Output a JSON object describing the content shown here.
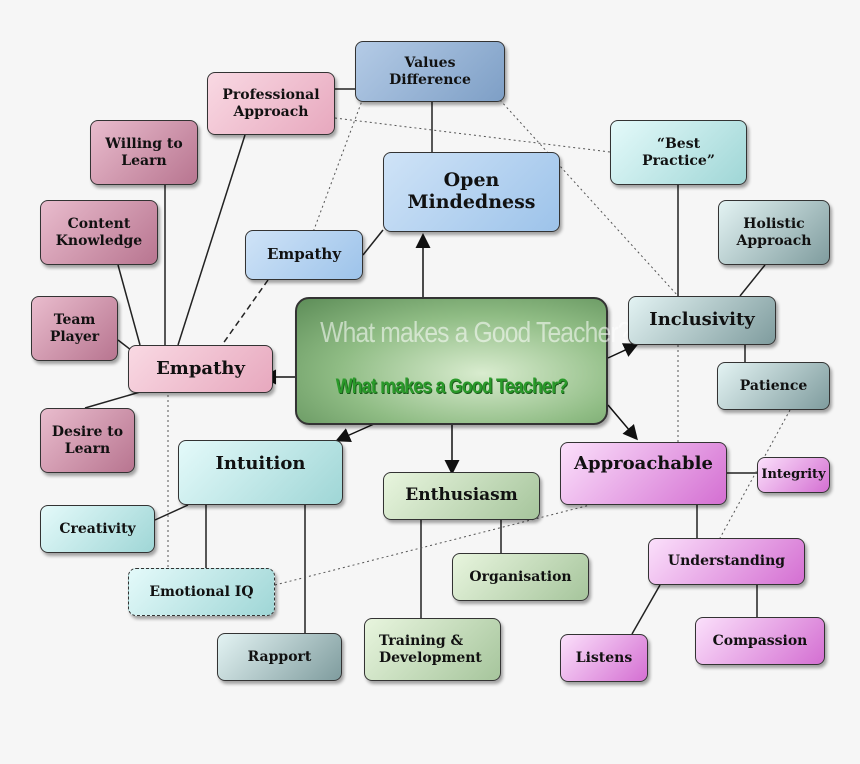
{
  "center": {
    "ghost_title": "What makes a Good Teacher?",
    "title": "What makes a Good Teacher?"
  },
  "nodes": {
    "values_difference": "Values\nDifference",
    "professional_approach": "Professional\nApproach",
    "willing_to_learn": "Willing to\nLearn",
    "content_knowledge": "Content\nKnowledge",
    "team_player": "Team\nPlayer",
    "empathy_main": "Empathy",
    "desire_to_learn": "Desire to\nLearn",
    "empathy_small": "Empathy",
    "open_mindedness": "Open\nMindedness",
    "best_practice": "“Best\nPractice”",
    "holistic_approach": "Holistic\nApproach",
    "inclusivity": "Inclusivity",
    "patience": "Patience",
    "approachable": "Approachable",
    "integrity": "Integrity",
    "intuition": "Intuition",
    "creativity": "Creativity",
    "emotional_iq": "Emotional IQ",
    "rapport": "Rapport",
    "enthusiasm": "Enthusiasm",
    "organisation": "Organisation",
    "training_development": "Training &\nDevelopment",
    "understanding": "Understanding",
    "listens": "Listens",
    "compassion": "Compassion"
  }
}
